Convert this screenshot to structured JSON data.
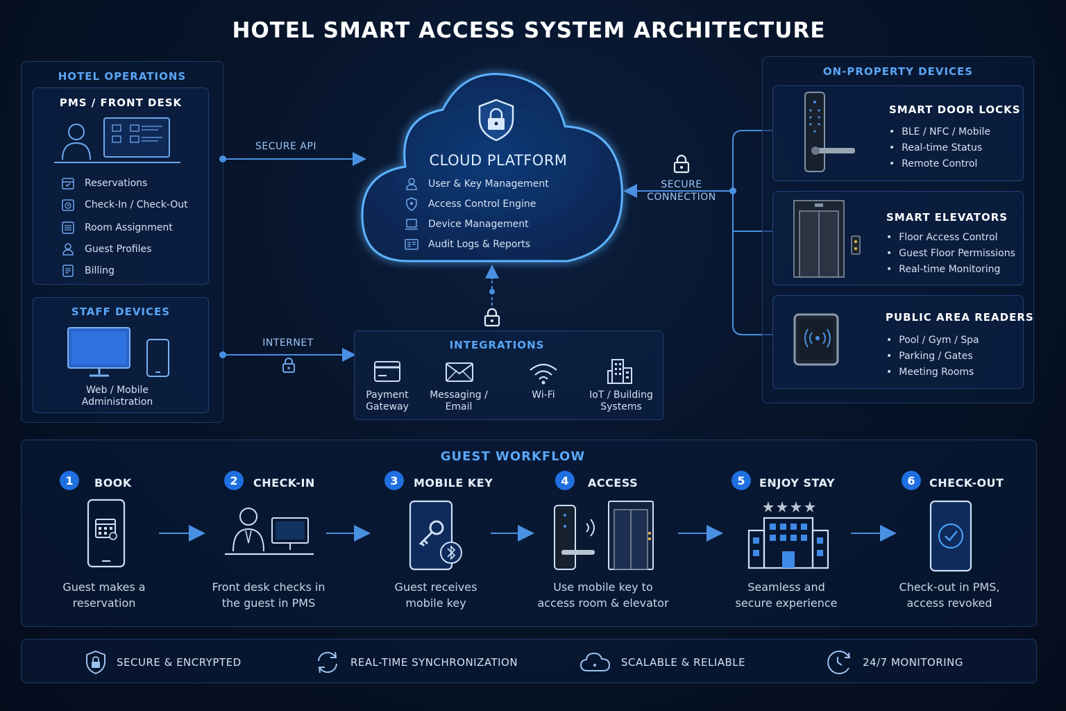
{
  "title": "HOTEL SMART ACCESS SYSTEM ARCHITECTURE",
  "hotel_ops": {
    "header": "HOTEL OPERATIONS",
    "pms": {
      "title": "PMS / FRONT DESK",
      "items": [
        {
          "label": "Reservations",
          "icon": "calendar-icon"
        },
        {
          "label": "Check-In / Check-Out",
          "icon": "clock-icon"
        },
        {
          "label": "Room Assignment",
          "icon": "grid-icon"
        },
        {
          "label": "Guest Profiles",
          "icon": "user-icon"
        },
        {
          "label": "Billing",
          "icon": "document-icon"
        }
      ]
    },
    "staff": {
      "title": "STAFF DEVICES",
      "caption_1": "Web / Mobile",
      "caption_2": "Administration"
    }
  },
  "links": {
    "secure_api": "SECURE API",
    "internet": "INTERNET",
    "secure_connection_1": "SECURE",
    "secure_connection_2": "CONNECTION"
  },
  "cloud": {
    "title": "CLOUD PLATFORM",
    "items": [
      {
        "label": "User & Key Management",
        "icon": "user-icon"
      },
      {
        "label": "Access Control Engine",
        "icon": "shield-icon"
      },
      {
        "label": "Device Management",
        "icon": "laptop-icon"
      },
      {
        "label": "Audit Logs & Reports",
        "icon": "report-icon"
      }
    ]
  },
  "integrations": {
    "title": "INTEGRATIONS",
    "items": [
      {
        "line1": "Payment",
        "line2": "Gateway",
        "icon": "credit-card-icon"
      },
      {
        "line1": "Messaging /",
        "line2": "Email",
        "icon": "envelope-icon"
      },
      {
        "line1": "Wi-Fi",
        "line2": "",
        "icon": "wifi-icon"
      },
      {
        "line1": "IoT / Building",
        "line2": "Systems",
        "icon": "building-icon"
      }
    ]
  },
  "devices": {
    "header": "ON-PROPERTY DEVICES",
    "groups": [
      {
        "title": "SMART DOOR LOCKS",
        "bullets": [
          "BLE / NFC / Mobile",
          "Real-time Status",
          "Remote Control"
        ]
      },
      {
        "title": "SMART ELEVATORS",
        "bullets": [
          "Floor Access Control",
          "Guest Floor Permissions",
          "Real-time Monitoring"
        ]
      },
      {
        "title": "PUBLIC AREA READERS",
        "bullets": [
          "Pool / Gym / Spa",
          "Parking / Gates",
          "Meeting Rooms"
        ]
      }
    ]
  },
  "workflow": {
    "title": "GUEST WORKFLOW",
    "steps": [
      {
        "num": "1",
        "title": "BOOK",
        "cap1": "Guest makes a",
        "cap2": "reservation"
      },
      {
        "num": "2",
        "title": "CHECK-IN",
        "cap1": "Front desk checks in",
        "cap2": "the guest in PMS"
      },
      {
        "num": "3",
        "title": "MOBILE KEY",
        "cap1": "Guest receives",
        "cap2": "mobile key"
      },
      {
        "num": "4",
        "title": "ACCESS",
        "cap1": "Use mobile key to",
        "cap2": "access room & elevator"
      },
      {
        "num": "5",
        "title": "ENJOY STAY",
        "cap1": "Seamless and",
        "cap2": "secure experience"
      },
      {
        "num": "6",
        "title": "CHECK-OUT",
        "cap1": "Check-out in PMS,",
        "cap2": "access revoked"
      }
    ]
  },
  "footer": [
    {
      "label": "SECURE & ENCRYPTED",
      "icon": "shield-lock-icon"
    },
    {
      "label": "REAL-TIME SYNCHRONIZATION",
      "icon": "sync-icon"
    },
    {
      "label": "SCALABLE & RELIABLE",
      "icon": "cloud-icon"
    },
    {
      "label": "24/7 MONITORING",
      "icon": "monitoring-clock-icon"
    }
  ],
  "colors": {
    "accent": "#5aa6f5",
    "line": "#4a90e2",
    "badge": "#1f6fe0",
    "background": "#071429"
  }
}
